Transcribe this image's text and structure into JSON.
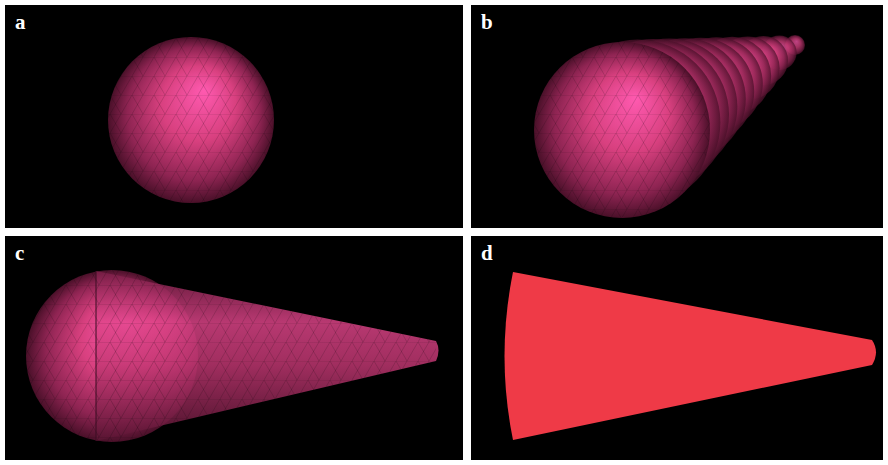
{
  "diagram": {
    "nodes": [
      {
        "text": [
          "a"
        ]
      },
      {
        "text": [
          "b"
        ]
      },
      {
        "text": [
          "c"
        ]
      },
      {
        "text": [
          "d"
        ]
      }
    ]
  }
}
